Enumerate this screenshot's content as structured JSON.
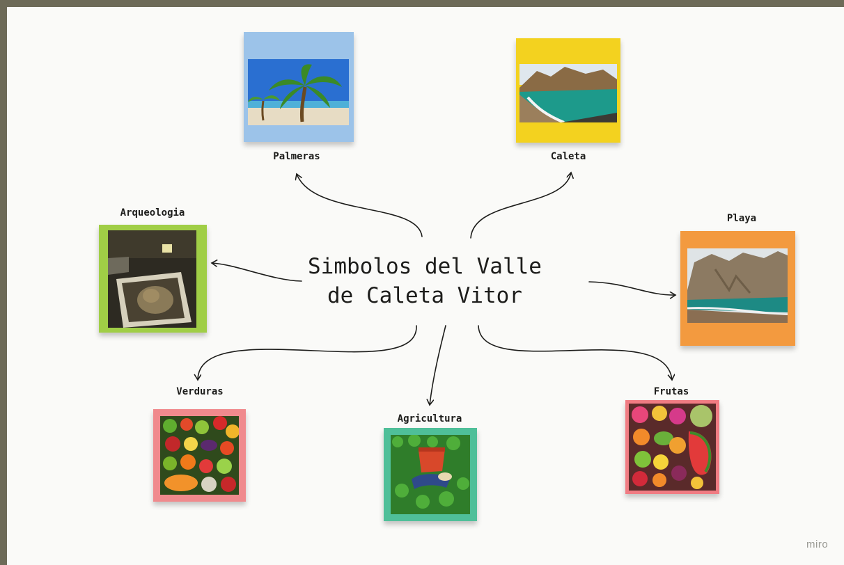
{
  "board": {
    "title_line1": "Simbolos del Valle",
    "title_line2": "de Caleta Vitor",
    "brand": "miro"
  },
  "nodes": {
    "palmeras": {
      "label": "Palmeras",
      "color": "#9cc3e9"
    },
    "caleta": {
      "label": "Caleta",
      "color": "#f3d21f"
    },
    "arqueologia": {
      "label": "Arqueologia",
      "color": "#a0ce46"
    },
    "playa": {
      "label": "Playa",
      "color": "#f39a3f"
    },
    "verduras": {
      "label": "Verduras",
      "color": "#f08a8d"
    },
    "agricultura": {
      "label": "Agricultura",
      "color": "#4fbf99"
    },
    "frutas": {
      "label": "Frutas",
      "color": "#f07c83"
    }
  }
}
